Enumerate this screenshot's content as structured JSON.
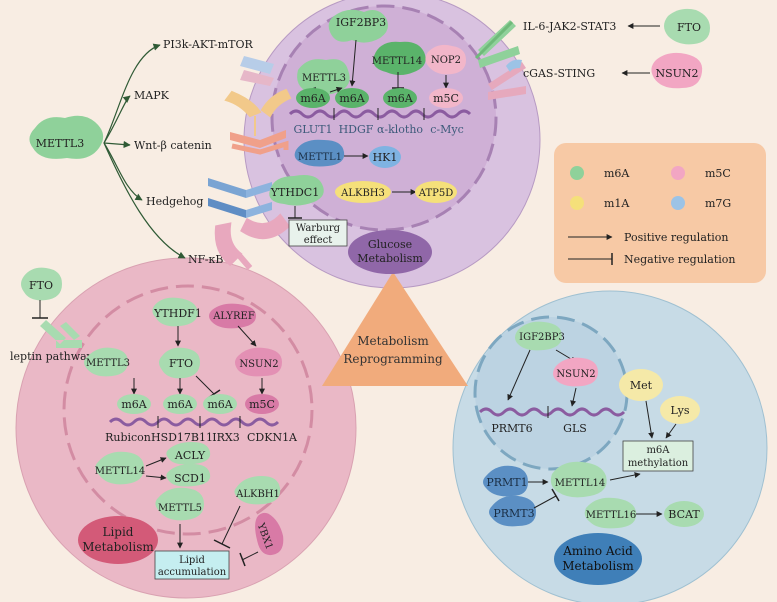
{
  "colors": {
    "background": "#f8ede3",
    "m6a": "#8fd19a",
    "m5c": "#f2a6c3",
    "m1a": "#f5e07a",
    "m7g": "#9cc3e6",
    "glucose_bg": "#d9c2e0",
    "lipid_bg": "#eab8c6",
    "amino_bg": "#c7dbe6",
    "legend_bg": "#f7c9a5",
    "center_triangle": "#f1ab7c"
  },
  "left_pathways": {
    "source": "METTL3",
    "targets": [
      "PI3k-AKT-mTOR",
      "MAPK",
      "Wnt-β catenin",
      "Hedgehog",
      "NF-κB"
    ]
  },
  "top_right": {
    "stat_label": "IL-6-JAK2-STAT3",
    "stat_enzyme": "FTO",
    "cgas_label": "cGAS-STING",
    "cgas_enzyme": "NSUN2"
  },
  "glucose": {
    "title": "Glucose\nMetabolism",
    "title_line1": "Glucose",
    "title_line2": "Metabolism",
    "igf2bp3": "IGF2BP3",
    "mettl3": "METTL3",
    "mettl14": "METTL14",
    "nop2": "NOP2",
    "m6a_1": "m6A",
    "m6a_2": "m6A",
    "m6a_3": "m6A",
    "m5c": "m5C",
    "genes": [
      "GLUT1",
      "HDGF",
      "α-klotho",
      "c-Myc"
    ],
    "mettl1": "METTL1",
    "hk1": "HK1",
    "ythdc1": "YTHDC1",
    "alkbh3": "ALKBH3",
    "atp5d": "ATP5D",
    "warburg_line1": "Warburg",
    "warburg_line2": "effect"
  },
  "legend": {
    "items": [
      {
        "label": "m6A",
        "color": "#8fd19a"
      },
      {
        "label": "m5C",
        "color": "#f2a6c3"
      },
      {
        "label": "m1A",
        "color": "#f5e07a"
      },
      {
        "label": "m7G",
        "color": "#9cc3e6"
      }
    ],
    "positive": "Positive  regulation",
    "negative": "Negative regulation"
  },
  "fto_leptin": {
    "enzyme": "FTO",
    "label": "leptin pathway"
  },
  "center": {
    "line1": "Metabolism",
    "line2": "Reprogramming"
  },
  "lipid": {
    "title_line1": "Lipid",
    "title_line2": "Metabolism",
    "ythdf1": "YTHDF1",
    "alyref": "ALYREF",
    "mettl3": "METTL3",
    "fto": "FTO",
    "nsun2": "NSUN2",
    "m6a_1": "m6A",
    "m6a_2": "m6A",
    "m6a_3": "m6A",
    "m5c": "m5C",
    "genes": [
      "Rubicon",
      "HSD17B11",
      "IRX3",
      "CDKN1A"
    ],
    "mettl14": "METTL14",
    "acly": "ACLY",
    "scd1": "SCD1",
    "alkbh1": "ALKBH1",
    "mettl5": "METTL5",
    "ybx1": "YBX1",
    "accum_line1": "Lipid",
    "accum_line2": "accumulation"
  },
  "amino": {
    "title_line1": "Amino Acid",
    "title_line2": "Metabolism",
    "igf2bp3": "IGF2BP3",
    "nsun2": "NSUN2",
    "prmt6": "PRMT6",
    "gls": "GLS",
    "met": "Met",
    "lys": "Lys",
    "methyl_line1": "m6A",
    "methyl_line2": "methylation",
    "prmt1": "PRMT1",
    "prmt3": "PRMT3",
    "mettl14": "METTL14",
    "mettl16": "METTL16",
    "bcat": "BCAT"
  }
}
